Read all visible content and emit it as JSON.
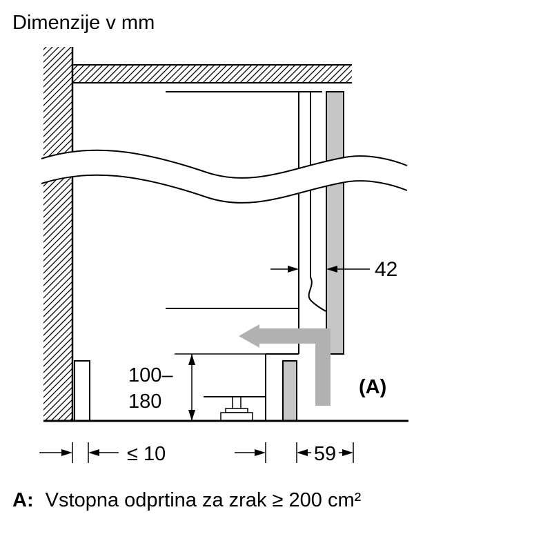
{
  "title": "Dimenzije v mm",
  "diagram": {
    "dim_door_depth": "42",
    "dim_plinth_height_top": "100–",
    "dim_plinth_height_bottom": "180",
    "dim_wall_gap": "≤ 10",
    "dim_plinth_recess": "59",
    "airflow_label": "(A)"
  },
  "note": {
    "label": "A:",
    "text": "Vstopna odprtina za zrak ≥ 200 cm²"
  },
  "colors": {
    "panel_gray": "#c6c6c6",
    "airflow_gray": "#b1b1b1",
    "line": "#000000",
    "background": "#ffffff"
  }
}
